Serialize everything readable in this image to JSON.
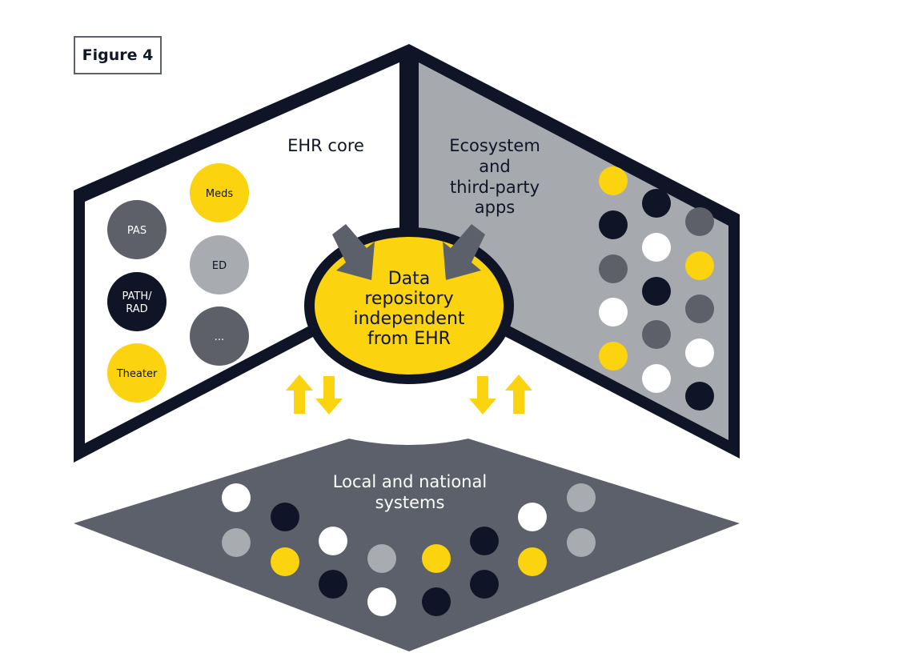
{
  "figure_label": "Figure 4",
  "panels": {
    "ehr_core": {
      "title": "EHR core",
      "nodes": [
        {
          "label": "PAS",
          "color": "#5d6068"
        },
        {
          "label": "PATH/\nRAD",
          "color": "#0f1526"
        },
        {
          "label": "Theater",
          "color": "#fbd30f"
        },
        {
          "label": "Meds",
          "color": "#fbd30f"
        },
        {
          "label": "ED",
          "color": "#a8abb0"
        },
        {
          "label": "...",
          "color": "#5d6068"
        }
      ]
    },
    "ecosystem": {
      "title_lines": [
        "Ecosystem",
        "and",
        "third-party",
        "apps"
      ]
    },
    "repository": {
      "lines": [
        "Data",
        "repository",
        "independent",
        "from EHR"
      ]
    },
    "local": {
      "title_lines": [
        "Local and national",
        "systems"
      ]
    }
  },
  "colors": {
    "yellow": "#fbd30f",
    "navy": "#0f1526",
    "dark_gray": "#5d6068",
    "light_gray": "#a8abb0",
    "panel_gray": "#a6a9ae",
    "floor_gray": "#5b606a",
    "white": "#ffffff"
  }
}
